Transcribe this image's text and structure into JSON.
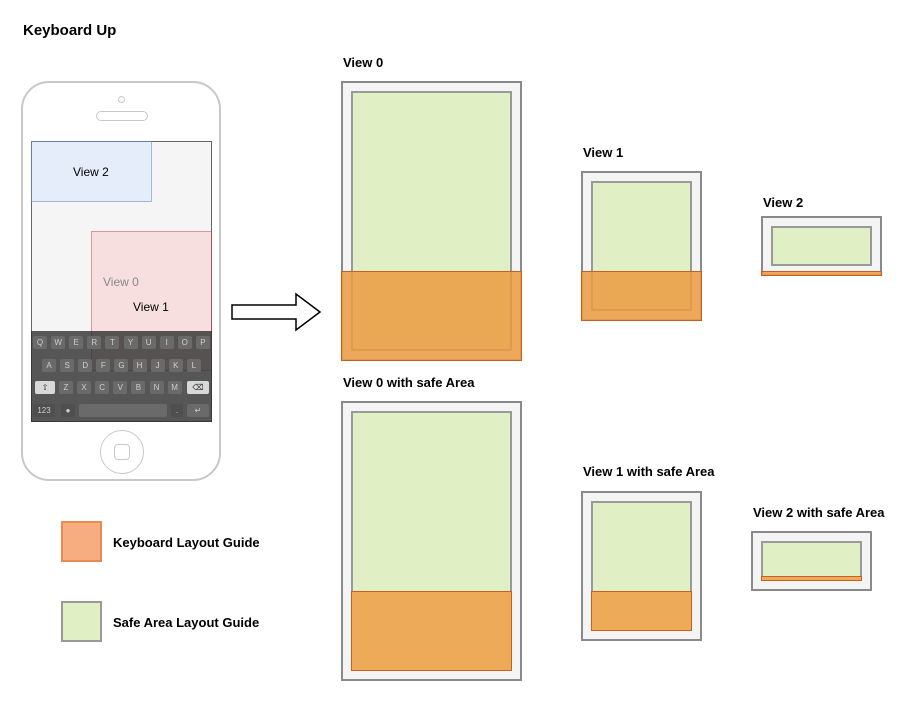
{
  "title": "Keyboard Up",
  "phone": {
    "view2_label": "View 2",
    "view0_label": "View 0",
    "view1_label": "View 1",
    "keyboard": {
      "row1": [
        "Q",
        "W",
        "E",
        "R",
        "T",
        "Y",
        "U",
        "I",
        "O",
        "P"
      ],
      "row2": [
        "A",
        "S",
        "D",
        "F",
        "G",
        "H",
        "J",
        "K",
        "L"
      ],
      "row3": [
        "Z",
        "X",
        "C",
        "V",
        "B",
        "N",
        "M"
      ],
      "num_key": "123",
      "dot_key": "."
    }
  },
  "views": {
    "view0": "View 0",
    "view1": "View 1",
    "view2": "View 2",
    "view0_safe": "View 0 with safe Area",
    "view1_safe": "View 1 with safe Area",
    "view2_safe": "View 2 with safe Area"
  },
  "legend": {
    "keyboard": "Keyboard Layout Guide",
    "safe_area": "Safe Area Layout Guide"
  },
  "colors": {
    "keyboard_guide": "#f8ad80",
    "safe_area_guide": "#e1f0c4",
    "view1_overlay": "#f8cecc",
    "view2_overlay": "#dae8fc"
  }
}
